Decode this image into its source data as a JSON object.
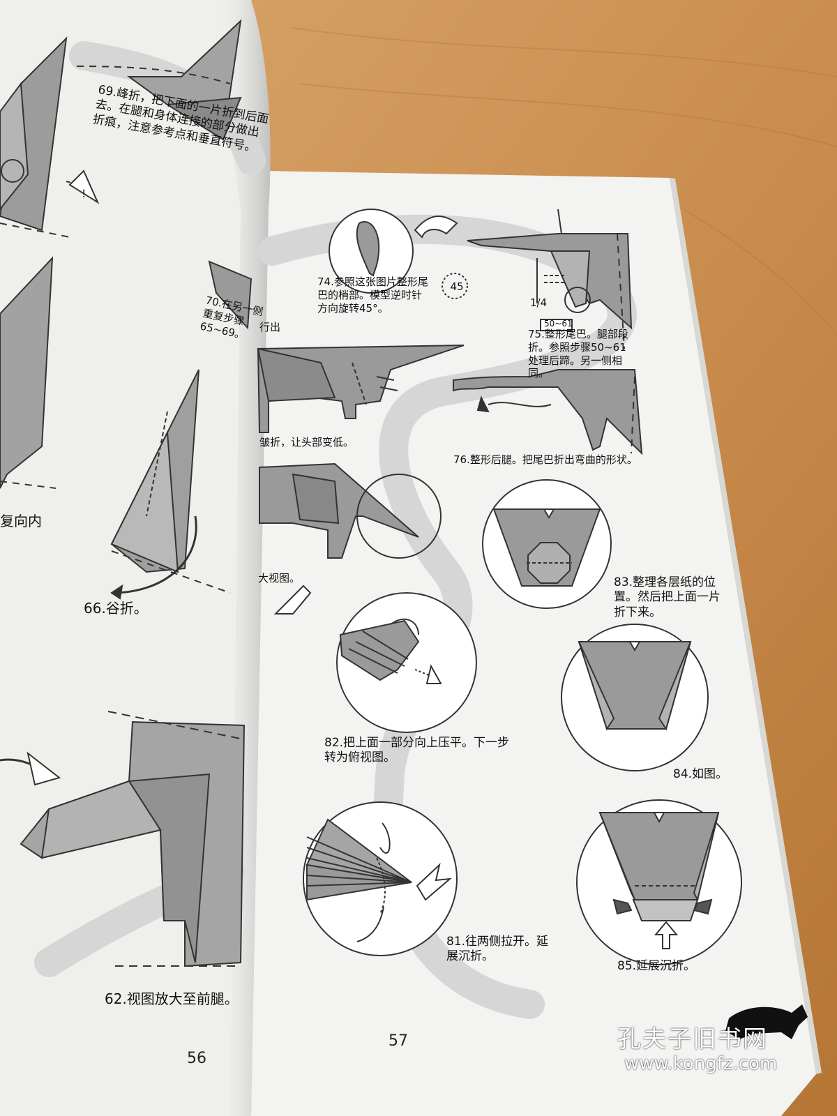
{
  "left_page": {
    "steps": [
      {
        "id": "step69",
        "text": "69.峰折，把下面的一片折到后面去。在腿和身体连接的部分做出折痕，注意参考点和垂直符号。"
      },
      {
        "id": "step70",
        "text": "70.在另一侧重复步骤65~69。"
      },
      {
        "id": "step66",
        "text": "66.谷折。"
      },
      {
        "id": "step62",
        "text": "62.视图放大至前腿。"
      },
      {
        "id": "fragment_left",
        "text": "复向内"
      }
    ],
    "page_number": "56"
  },
  "right_page": {
    "steps": [
      {
        "id": "step74",
        "text": "74.参照这张图片整形尾巴的梢部。模型逆时针方向旋转45°。"
      },
      {
        "id": "step75",
        "text": "75.整形尾巴。腿部段折。参照步骤50~61处理后蹄。另一侧相同。"
      },
      {
        "id": "step76",
        "text": "76.整形后腿。把尾巴折出弯曲的形状。"
      },
      {
        "id": "step82",
        "text": "82.把上面一部分向上压平。下一步转为俯视图。"
      },
      {
        "id": "step83",
        "text": "83.整理各层纸的位置。然后把上面一片折下来。"
      },
      {
        "id": "step84",
        "text": "84.如图。"
      },
      {
        "id": "step81",
        "text": "81.往两侧拉开。延展沉折。"
      },
      {
        "id": "step85",
        "text": "85.延展沉折。"
      },
      {
        "id": "fragment_72",
        "text": "皱折，让头部变低。"
      },
      {
        "id": "fragment_73",
        "text": "大视图。"
      },
      {
        "id": "fragment_71",
        "text": "行出"
      }
    ],
    "rotation_label": "45",
    "fraction_label": "1/4",
    "ref_box_label": "50~61",
    "page_number": "57"
  },
  "watermark": {
    "name": "孔夫子旧书网",
    "url": "www.kongfz.com"
  },
  "colors": {
    "table_wood": "#c98f52",
    "paper": "#f3f3f1",
    "swirl_gray": "#d3d3d3",
    "paper_model": "#9a9a9a"
  }
}
